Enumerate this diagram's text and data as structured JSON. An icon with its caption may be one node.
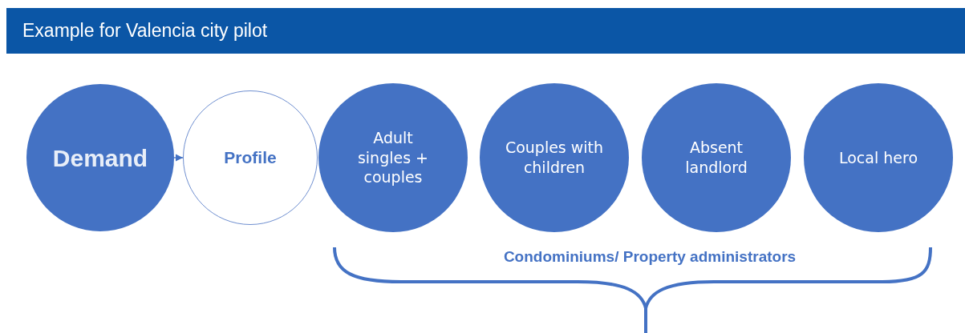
{
  "diagram": {
    "title": "Example for Valencia city pilot",
    "nodes": [
      {
        "text": [
          "Demand"
        ]
      },
      {
        "text": [
          "Profile"
        ]
      },
      {
        "text": [
          "Adult singles + couples"
        ]
      },
      {
        "text": [
          "Couples with children"
        ]
      },
      {
        "text": [
          "Absent landlord"
        ]
      },
      {
        "text": [
          "Local hero"
        ]
      }
    ],
    "edges": [
      {
        "from": 0,
        "to": 1,
        "arrow": "to"
      }
    ],
    "labels": [
      "Condominiums/ Property administrators"
    ]
  }
}
